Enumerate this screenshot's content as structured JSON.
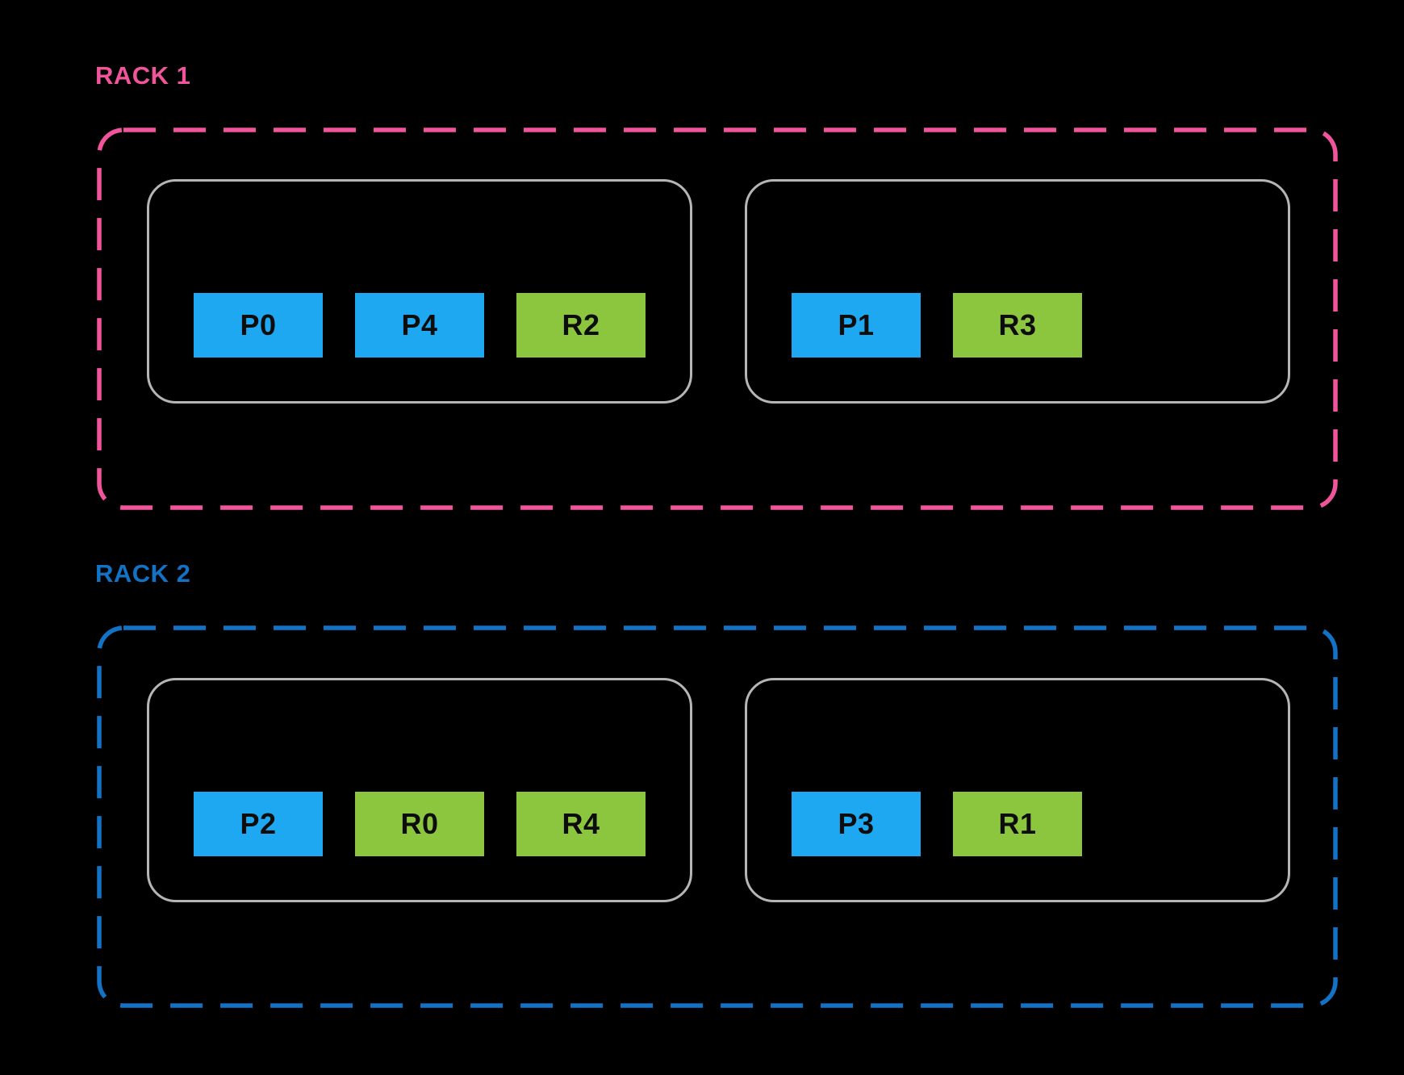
{
  "colors": {
    "background": "#000000",
    "primary_block": "#1FA8F2",
    "replica_block": "#8CC63F",
    "host_border": "#B5B5B5",
    "block_text": "#0D0D0D",
    "rack1_accent": "#F0549B",
    "rack2_accent": "#1273C6"
  },
  "racks": [
    {
      "label": "RACK 1",
      "accent": "#F0549B",
      "hosts": [
        {
          "blocks": [
            {
              "label": "P0",
              "role": "primary"
            },
            {
              "label": "P4",
              "role": "primary"
            },
            {
              "label": "R2",
              "role": "replica"
            }
          ]
        },
        {
          "blocks": [
            {
              "label": "P1",
              "role": "primary"
            },
            {
              "label": "R3",
              "role": "replica"
            }
          ]
        }
      ]
    },
    {
      "label": "RACK 2",
      "accent": "#1273C6",
      "hosts": [
        {
          "blocks": [
            {
              "label": "P2",
              "role": "primary"
            },
            {
              "label": "R0",
              "role": "replica"
            },
            {
              "label": "R4",
              "role": "replica"
            }
          ]
        },
        {
          "blocks": [
            {
              "label": "P3",
              "role": "primary"
            },
            {
              "label": "R1",
              "role": "replica"
            }
          ]
        }
      ]
    }
  ]
}
